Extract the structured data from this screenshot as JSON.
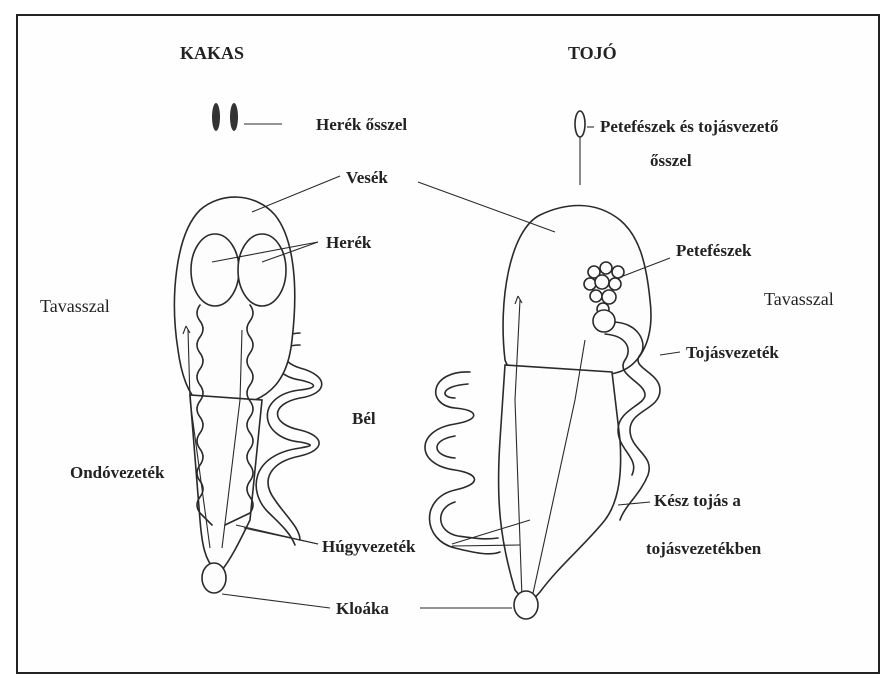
{
  "rooster": {
    "title": "KAKAS",
    "testes_autumn": "Herék ősszel",
    "kidneys": "Vesék",
    "testes": "Herék",
    "season": "Tavasszal",
    "intestine": "Bél",
    "vas_deferens": "Ondóvezeték",
    "ureter": "Húgyvezeték",
    "cloaca": "Kloáka"
  },
  "hen": {
    "title": "TOJÓ",
    "ovary_autumn_line1": "Petefészek és tojásvezető",
    "ovary_autumn_line2": "ősszel",
    "ovary": "Petefészek",
    "season": "Tavasszal",
    "oviduct": "Tojásvezeték",
    "egg_line1": "Kész tojás a",
    "egg_line2": "tojásvezetékben"
  }
}
